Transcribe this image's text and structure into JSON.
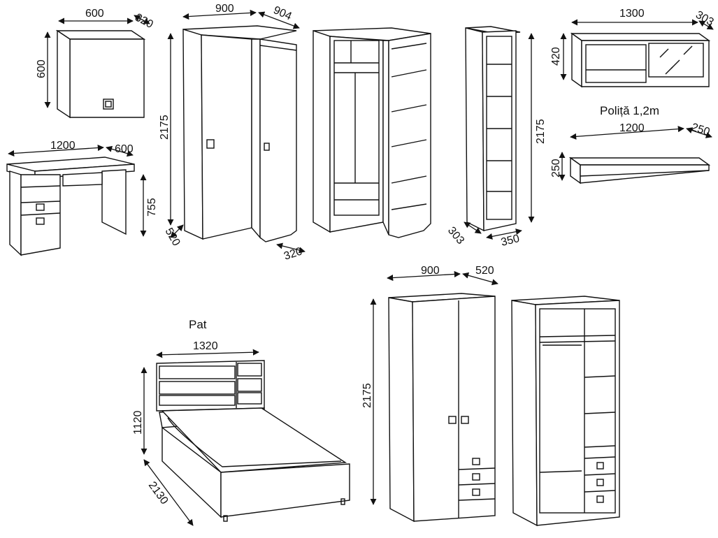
{
  "items": {
    "wall_cabinet": {
      "width": "600",
      "depth": "320",
      "height": "600"
    },
    "desk": {
      "width": "1200",
      "depth": "600",
      "height": "755"
    },
    "corner_wardrobe": {
      "width": "900",
      "depth": "904",
      "height": "2175",
      "side_a": "520",
      "side_b": "320"
    },
    "bookcase": {
      "height": "2175",
      "width": "350",
      "depth": "303"
    },
    "wall_unit": {
      "width": "1300",
      "depth": "303",
      "height": "420"
    },
    "shelf": {
      "title": "Poliță 1,2m",
      "width": "1200",
      "depth": "250",
      "height": "250"
    },
    "bed": {
      "title": "Pat",
      "width": "1320",
      "height": "1120",
      "length": "2130"
    },
    "wardrobe": {
      "width": "900",
      "depth": "520",
      "height": "2175"
    }
  },
  "colors": {
    "line": "#111111",
    "background": "#ffffff"
  }
}
